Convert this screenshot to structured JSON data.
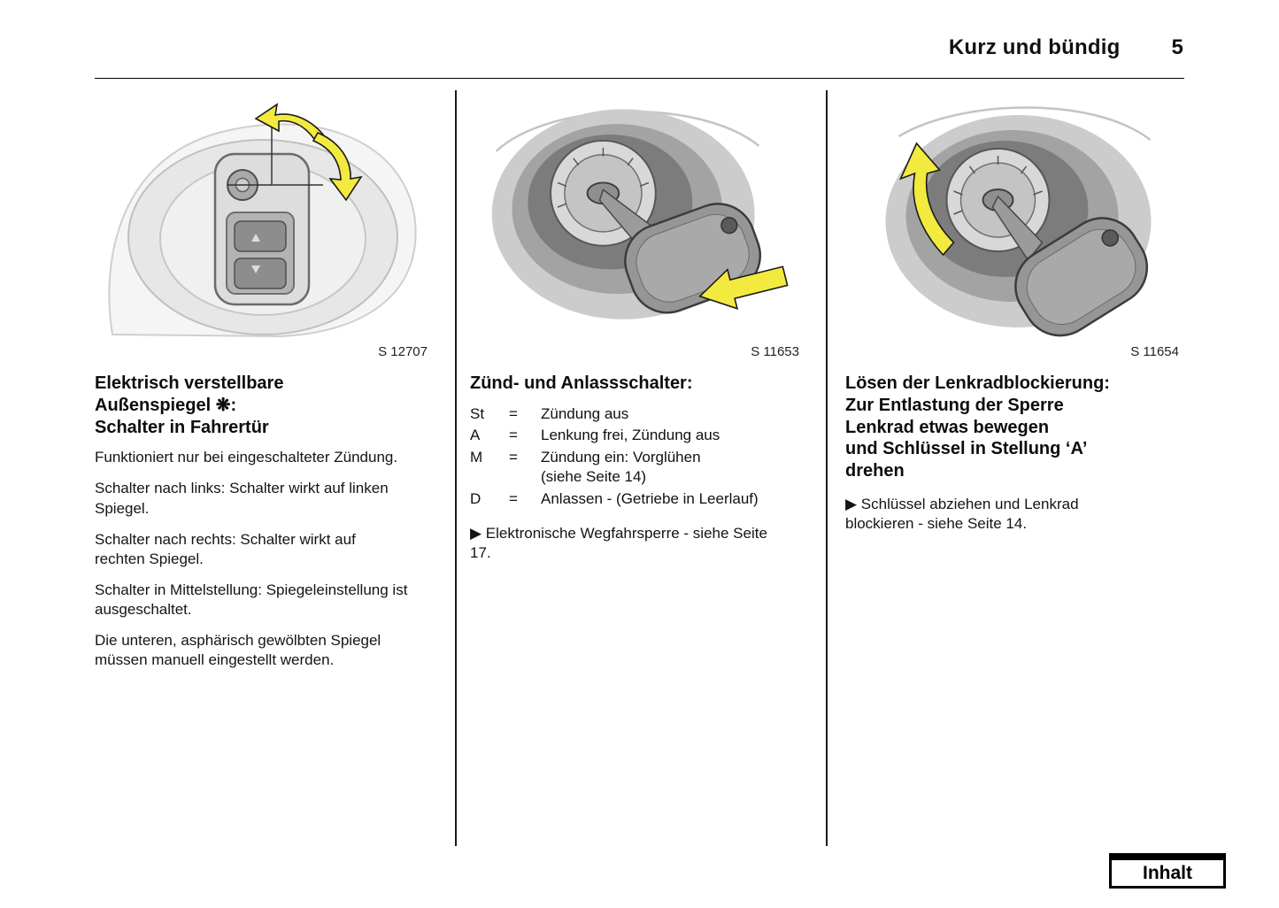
{
  "header": {
    "title": "Kurz und bündig",
    "page_number": "5"
  },
  "mirror": {
    "figure_label": "S 12707",
    "heading": [
      "Elektrisch verstellbare",
      "Außenspiegel ❋:",
      "Schalter in Fahrertür"
    ],
    "paragraphs": [
      "Funktioniert nur bei eingeschalteter Zündung.",
      "Schalter nach links: Schalter wirkt auf linken Spiegel.",
      "Schalter nach rechts: Schalter wirkt auf rechten Spiegel.",
      "Schalter in Mittelstellung: Spiegeleinstel­lung ist ausgeschaltet.",
      "Die unteren, asphärisch gewölbten Spiegel müssen manuell eingestellt werden."
    ]
  },
  "ignition": {
    "figure_label": "S 11653",
    "heading": "Zünd- und Anlassschalter:",
    "positions": [
      {
        "term": "St",
        "eq": "=",
        "def": "Zündung aus"
      },
      {
        "term": "A",
        "eq": "=",
        "def": "Lenkung frei, Zündung aus"
      },
      {
        "term": "M",
        "eq": "=",
        "def": "Zündung ein: Vorglühen\n(siehe Seite 14)"
      },
      {
        "term": "D",
        "eq": "=",
        "def": "Anlassen - (Getriebe in Leerlauf)"
      }
    ],
    "note": "▶ Elektronische Wegfahrsperre - siehe Seite 17."
  },
  "steering": {
    "figure_label": "S 11654",
    "heading": [
      "Lösen der Lenkradblockierung:",
      "Zur Entlastung der Sperre",
      "Lenkrad etwas bewegen",
      "und Schlüssel in Stellung ‘A’",
      "drehen"
    ],
    "note": "▶ Schlüssel abziehen und Lenkrad blockieren - siehe Seite 14."
  },
  "footer": {
    "inhalt_label": "Inhalt"
  }
}
